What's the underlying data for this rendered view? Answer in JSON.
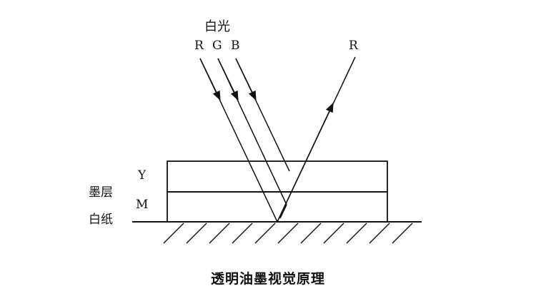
{
  "diagram": {
    "light_source_label": "白光",
    "incident_rays": [
      "R",
      "G",
      "B"
    ],
    "reflected_ray": "R",
    "layers": {
      "top": "Y",
      "bottom": "M",
      "group_label": "墨层"
    },
    "substrate_label": "白纸",
    "caption": "透明油墨视觉原理",
    "colors": {
      "line": "#111111",
      "background": "#ffffff"
    }
  }
}
